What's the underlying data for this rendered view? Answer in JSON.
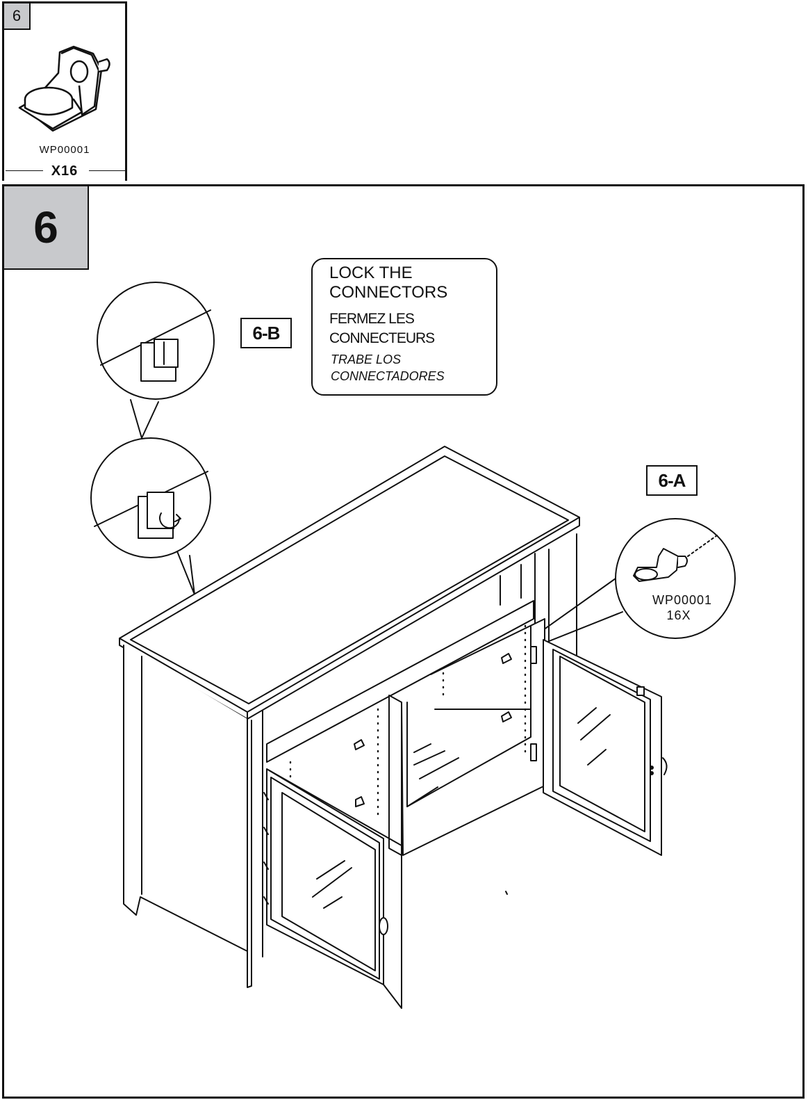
{
  "parts": {
    "step_number": "6",
    "part_code": "WP00001",
    "quantity": "X16"
  },
  "step": {
    "number": "6",
    "label_b": "6-B",
    "label_a": "6-A"
  },
  "instruction": {
    "english": "LOCK THE\nCONNECTORS",
    "french": "FERMEZ LES\nCONNECTEURS",
    "spanish": "TRABE LOS\nCONNECTADORES"
  },
  "callout": {
    "part_code": "WP00001",
    "quantity": "16X"
  },
  "icons": [
    "shelf-pin-connector-icon",
    "cabinet-illustration",
    "detail-magnifier-icon"
  ]
}
